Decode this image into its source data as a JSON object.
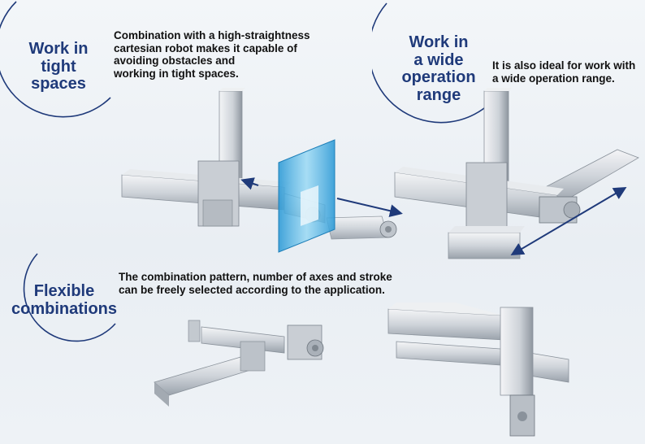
{
  "sections": {
    "tight": {
      "heading": [
        "Work in",
        "tight",
        "spaces"
      ],
      "description": [
        "Combination with a high-straightness",
        "cartesian robot makes it capable of",
        "avoiding obstacles and",
        "working in tight spaces."
      ]
    },
    "wide": {
      "heading": [
        "Work in",
        "a wide",
        "operation",
        "range"
      ],
      "description": [
        "It is also ideal for work with",
        "a wide operation range."
      ]
    },
    "flexible": {
      "heading": [
        "Flexible",
        "combinations"
      ],
      "description": [
        "The combination pattern, number of axes and stroke",
        "can be freely selected according to the application."
      ]
    }
  },
  "colors": {
    "heading": "#1f3a7a",
    "arc": "#1f3a7a",
    "arrow": "#1f3a7a",
    "obstacle": "#49b6e6"
  }
}
